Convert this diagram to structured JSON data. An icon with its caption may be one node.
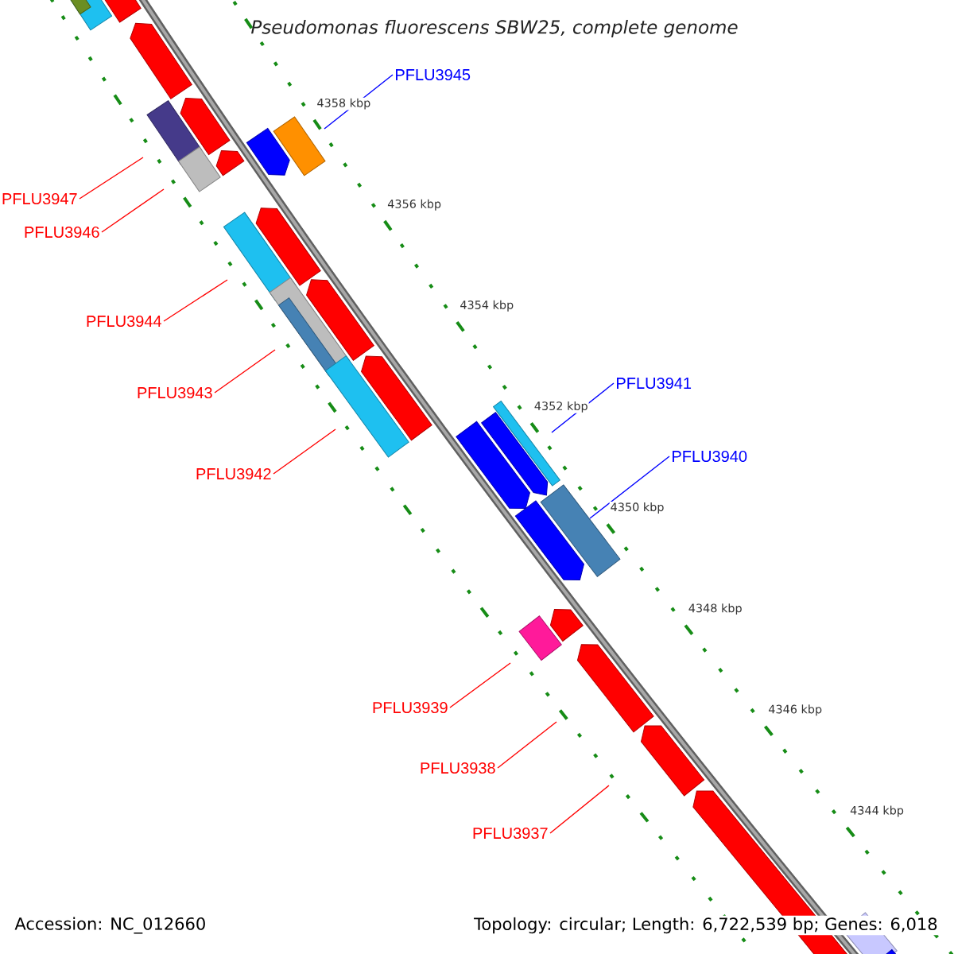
{
  "diagram": {
    "title": "Pseudomonas fluorescens SBW25, complete genome",
    "nodes": [
      {
        "text": [
          "PFLU3947"
        ]
      },
      {
        "text": [
          "PFLU3946"
        ]
      },
      {
        "text": [
          "PFLU3944"
        ]
      },
      {
        "text": [
          "PFLU3943"
        ]
      },
      {
        "text": [
          "PFLU3942"
        ]
      },
      {
        "text": [
          "PFLU3945"
        ]
      },
      {
        "text": [
          "PFLU3941"
        ]
      },
      {
        "text": [
          "PFLU3940"
        ]
      },
      {
        "text": [
          "PFLU3939"
        ]
      },
      {
        "text": [
          "PFLU3938"
        ]
      },
      {
        "text": [
          "PFLU3937"
        ]
      }
    ],
    "edges": [
      {
        "from": 0,
        "to": null,
        "arrow": "none"
      },
      {
        "from": 1,
        "to": null,
        "arrow": "none"
      },
      {
        "from": 2,
        "to": null,
        "arrow": "none"
      },
      {
        "from": 3,
        "to": null,
        "arrow": "none"
      },
      {
        "from": 4,
        "to": null,
        "arrow": "none"
      },
      {
        "from": 5,
        "to": null,
        "arrow": "none",
        "color": "#0000ff"
      },
      {
        "from": 6,
        "to": null,
        "arrow": "none",
        "color": "#0000ff"
      },
      {
        "from": 7,
        "to": null,
        "arrow": "none",
        "color": "#0000ff"
      },
      {
        "from": 8,
        "to": null,
        "arrow": "none"
      },
      {
        "from": 9,
        "to": null,
        "arrow": "none"
      },
      {
        "from": 10,
        "to": null,
        "arrow": "none"
      }
    ],
    "labels": [
      "4358 kbp",
      "4356 kbp",
      "4354 kbp",
      "4352 kbp",
      "4350 kbp",
      "4348 kbp",
      "4346 kbp",
      "4344 kbp",
      "Accession: NC_012660",
      "Topology: circular; Length: 6,722,539 bp; Genes: 6,018"
    ]
  }
}
